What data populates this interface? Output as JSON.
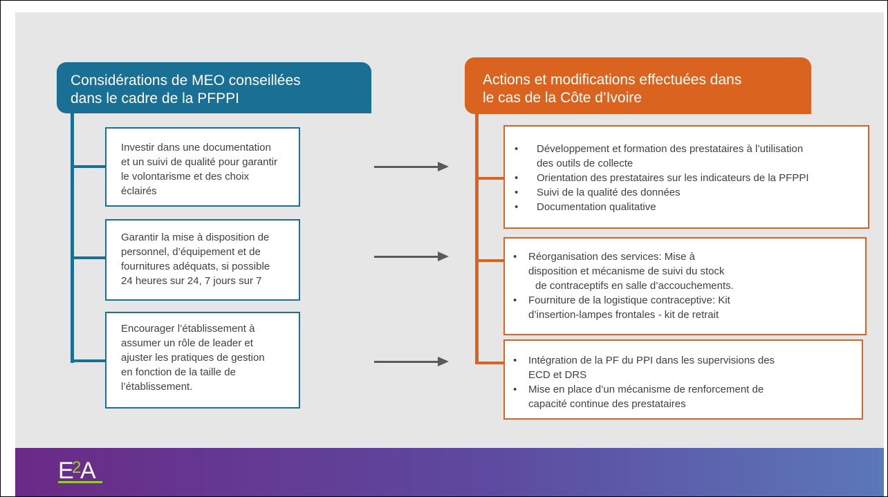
{
  "left_header": {
    "line1": "Considérations de MEO conseillées",
    "line2": "dans le cadre de la PFPPI"
  },
  "right_header": {
    "line1": "Actions et modifications effectuées dans",
    "line2": "le cas de la Côte d’Ivoire"
  },
  "left_boxes": [
    {
      "lines": [
        "Investir dans une documentation",
        "et un suivi de qualité pour garantir",
        "le volontarisme et des choix",
        "éclairés"
      ]
    },
    {
      "lines": [
        "Garantir la mise à disposition de",
        "personnel, d’équipement et de",
        "fournitures adéquats, si possible",
        "24 heures sur 24, 7 jours sur 7"
      ]
    },
    {
      "lines": [
        "Encourager l’établissement à",
        "assumer un rôle de leader et",
        "ajuster les pratiques de gestion",
        "en fonction de la taille de",
        "l’établissement."
      ]
    }
  ],
  "right_boxes": [
    {
      "items": [
        [
          "Développement et formation des prestataires à l’utilisation",
          "des outils de collecte"
        ],
        [
          "Orientation des prestataires sur les indicateurs de la PFPPI"
        ],
        [
          "Suivi de la qualité des données"
        ],
        [
          "Documentation qualitative"
        ]
      ]
    },
    {
      "items": [
        [
          "Réorganisation des services: Mise à",
          "disposition et  mécanisme de suivi du stock",
          "de contraceptifs en salle d’accouchements."
        ],
        [
          "Fourniture de la logistique contraceptive: Kit",
          "d’insertion-lampes frontales - kit de retrait"
        ]
      ]
    },
    {
      "items": [
        [
          "Intégration de la PF du PPI dans les supervisions des",
          "ECD et DRS"
        ],
        [
          "Mise en place d’un mécanisme de renforcement de",
          "capacité continue des  prestataires"
        ]
      ]
    }
  ],
  "logo": {
    "text": "E2A",
    "color": "#ffffff",
    "accent": "#9acd32"
  },
  "colors": {
    "blue": "#1a6f94",
    "orange": "#d9631f",
    "arrow": "#595959",
    "background": "#e6e6e6"
  }
}
